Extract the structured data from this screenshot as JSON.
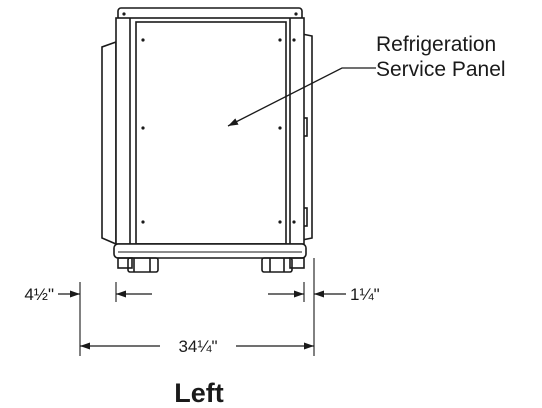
{
  "diagram": {
    "view_title": "Left",
    "callout": {
      "line1": "Refrigeration",
      "line2": "Service Panel"
    },
    "dimensions": {
      "left_offset": "4½\"",
      "right_offset": "1¼\"",
      "overall_width": "34¼\""
    }
  }
}
